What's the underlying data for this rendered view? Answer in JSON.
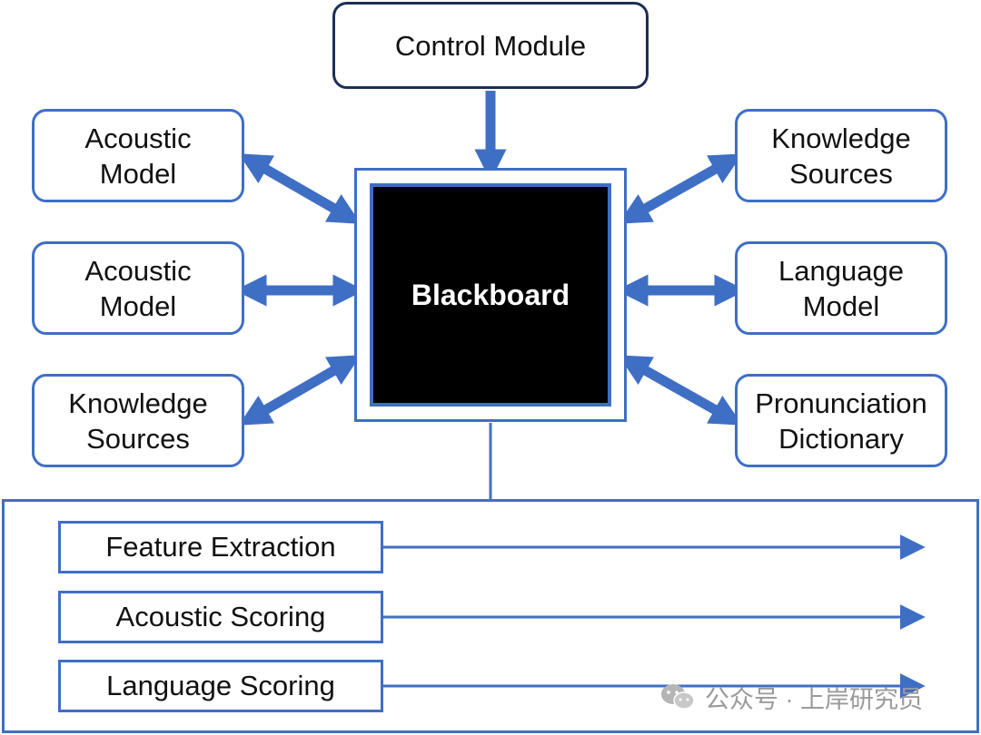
{
  "control_module": {
    "label": "Control Module"
  },
  "blackboard": {
    "label": "Blackboard"
  },
  "left_modules": [
    {
      "label": "Acoustic\nModel"
    },
    {
      "label": "Acoustic\nModel"
    },
    {
      "label": "Knowledge\nSources"
    }
  ],
  "right_modules": [
    {
      "label": "Knowledge\nSources"
    },
    {
      "label": "Language\nModel"
    },
    {
      "label": "Pronunciation\nDictionary"
    }
  ],
  "pipeline": {
    "stages": [
      {
        "label": "Feature Extraction"
      },
      {
        "label": "Acoustic Scoring"
      },
      {
        "label": "Language Scoring"
      }
    ]
  },
  "watermark": {
    "text": "公众号 · 上岸研究员"
  },
  "colors": {
    "accent": "#3f6fc4",
    "control_border": "#1d2f57",
    "blackboard_fill": "#000000"
  }
}
